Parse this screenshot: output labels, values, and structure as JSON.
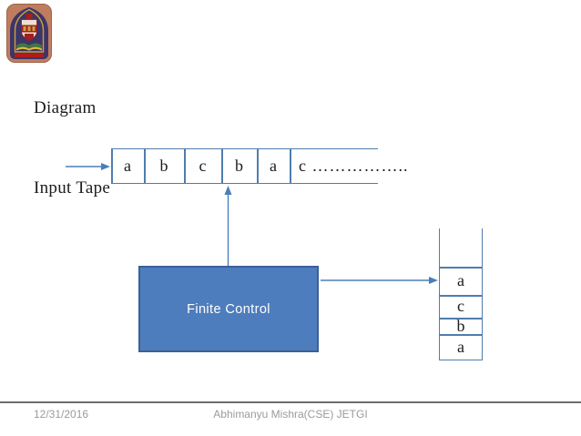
{
  "slide": {
    "title": "Diagram",
    "input_tape_label": "Input Tape",
    "tape": {
      "cells": [
        "a",
        "b",
        "c",
        "b",
        "a"
      ],
      "tail": "c …………….."
    },
    "finite_control": {
      "label": "Finite Control"
    },
    "stack": {
      "cells": [
        "a",
        "c",
        "b",
        "a"
      ]
    },
    "footer": {
      "date": "12/31/2016",
      "author": "Abhimanyu Mishra(CSE) JETGI"
    },
    "icons": {
      "logo": "university-crest"
    },
    "colors": {
      "box_fill": "#4e7dbd",
      "box_border": "#3a6097",
      "line_blue": "#4f7dae",
      "arrow_blue": "#4a7ebb",
      "footer_rule": "#6e6e6e",
      "footer_text": "#9b9b9b"
    }
  }
}
